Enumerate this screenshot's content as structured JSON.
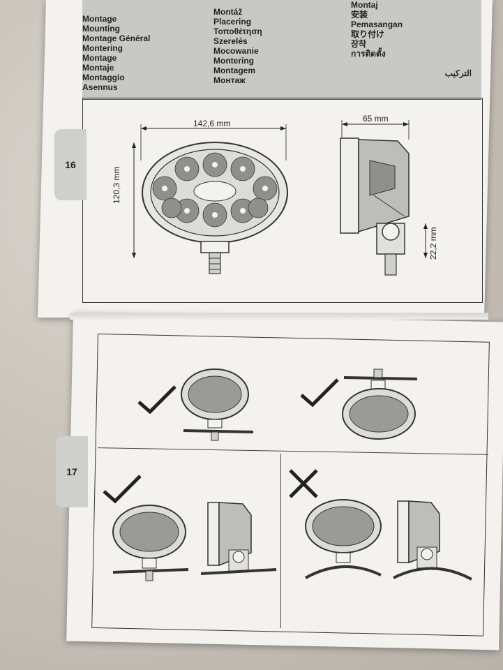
{
  "header": {
    "col1": [
      "Montage",
      "Mounting",
      "Montage Général",
      "Montering",
      "Montage",
      "Montaje",
      "Montaggio",
      "Asennus"
    ],
    "col2": [
      "Montáž",
      "Placering",
      "Τοποθέτηση",
      "Szerelés",
      "Mocowanie",
      "Montering",
      "Montagem",
      "Монтаж"
    ],
    "col3": [
      "Montaj",
      "安装",
      "Pemasangan",
      "取り付け",
      "장착",
      "การติดตั้ง"
    ],
    "arabic": "التركيب"
  },
  "step16": {
    "number": "16",
    "width": "142,6 mm",
    "height": "120,3 mm",
    "depth": "65 mm",
    "bracket": "22,2 mm"
  },
  "step17": {
    "number": "17",
    "marks": [
      "check-icon",
      "check-icon",
      "check-icon",
      "cross-icon"
    ]
  }
}
